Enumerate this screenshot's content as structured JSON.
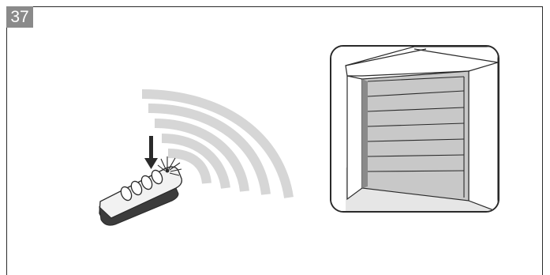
{
  "step": {
    "number": "37"
  },
  "illustration": {
    "remote": {
      "icon": "remote-control-icon",
      "buttons": 4
    },
    "press_indicator": {
      "icon": "arrow-down-icon"
    },
    "signal": {
      "icon": "radio-waves-icon",
      "arcs": 5
    },
    "garage": {
      "icon": "garage-door-icon"
    }
  },
  "colors": {
    "badge": "#8a8a8a",
    "waves": "#d6d6d6",
    "outline": "#2a2a2a",
    "door": "#c8c8c8",
    "floor": "#e6e6e6"
  }
}
